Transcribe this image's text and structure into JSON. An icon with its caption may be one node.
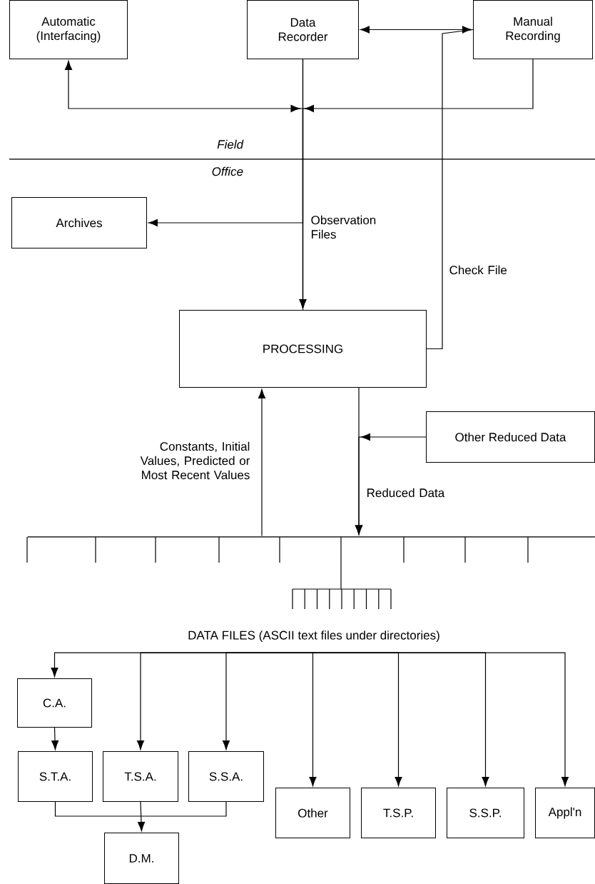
{
  "diagram": {
    "nodes": [
      {
        "text": [
          "Automatic (Interfacing)"
        ]
      },
      {
        "text": [
          "Data Recorder"
        ]
      },
      {
        "text": [
          "Manual Recording"
        ]
      },
      {
        "text": [
          "Archives"
        ]
      },
      {
        "text": [
          "PROCESSING"
        ]
      },
      {
        "text": [
          "Other Reduced Data"
        ]
      },
      {
        "text": [],
        "shape": "bar"
      },
      {
        "text": [
          "DATA FILES (ASCII text files under directories)"
        ]
      },
      {
        "text": [
          "C.A."
        ]
      },
      {
        "text": [
          "S.T.A."
        ]
      },
      {
        "text": [
          "T.S.A."
        ]
      },
      {
        "text": [
          "S.S.A."
        ]
      },
      {
        "text": [
          "Other"
        ]
      },
      {
        "text": [
          "T.S.P."
        ]
      },
      {
        "text": [
          "S.S.P."
        ]
      },
      {
        "text": [
          "Appl'n"
        ]
      },
      {
        "text": [
          "D.M."
        ]
      }
    ],
    "edges": [
      {
        "from": 1,
        "to": 2,
        "arrow": "both"
      },
      {
        "from": 1,
        "to": 4,
        "arrow": "to",
        "label": "Observation Files"
      },
      {
        "from": 4,
        "to": 0,
        "arrow": "to"
      },
      {
        "from": 2,
        "to": 4,
        "arrow": "to"
      },
      {
        "from": 1,
        "to": 3,
        "arrow": "to"
      },
      {
        "from": 4,
        "to": 2,
        "arrow": "none",
        "label": "Check File"
      },
      {
        "from": 6,
        "to": 4,
        "arrow": "to",
        "label": "Constants, Initial Values, Predicted or Most Recent Values"
      },
      {
        "from": 4,
        "to": 6,
        "arrow": "to",
        "label": "Reduced Data"
      },
      {
        "from": 5,
        "to": 6,
        "arrow": "to"
      },
      {
        "from": 7,
        "to": 8,
        "arrow": "to"
      },
      {
        "from": 7,
        "to": 10,
        "arrow": "to"
      },
      {
        "from": 7,
        "to": 11,
        "arrow": "to"
      },
      {
        "from": 7,
        "to": 12,
        "arrow": "to"
      },
      {
        "from": 7,
        "to": 13,
        "arrow": "to"
      },
      {
        "from": 7,
        "to": 14,
        "arrow": "to"
      },
      {
        "from": 7,
        "to": 15,
        "arrow": "to"
      },
      {
        "from": 8,
        "to": 9,
        "arrow": "to"
      },
      {
        "from": 9,
        "to": 16,
        "arrow": "to"
      },
      {
        "from": 10,
        "to": 16,
        "arrow": "to"
      },
      {
        "from": 11,
        "to": 16,
        "arrow": "to"
      }
    ],
    "labels": [
      "Field",
      "Office"
    ]
  }
}
